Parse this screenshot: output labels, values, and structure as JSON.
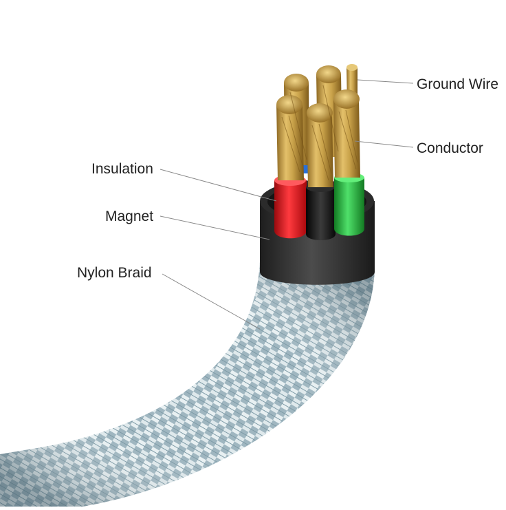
{
  "labels": {
    "ground_wire": "Ground Wire",
    "conductor": "Conductor",
    "insulation": "Insulation",
    "magnet": "Magnet",
    "nylon_braid": "Nylon Braid"
  },
  "colors": {
    "background": "#ffffff",
    "label_text": "#222222",
    "leader_line": "#888888",
    "braid_base": "#9fb6c0",
    "braid_light": "#e8f0f2",
    "magnet_ring": "#3a3a3a",
    "wire_red": "#d8141a",
    "wire_black": "#1a1a1a",
    "wire_green": "#23b23a",
    "wire_blue": "#2a6fd6",
    "copper": "#c9a24a",
    "copper_dark": "#8f6a24"
  }
}
